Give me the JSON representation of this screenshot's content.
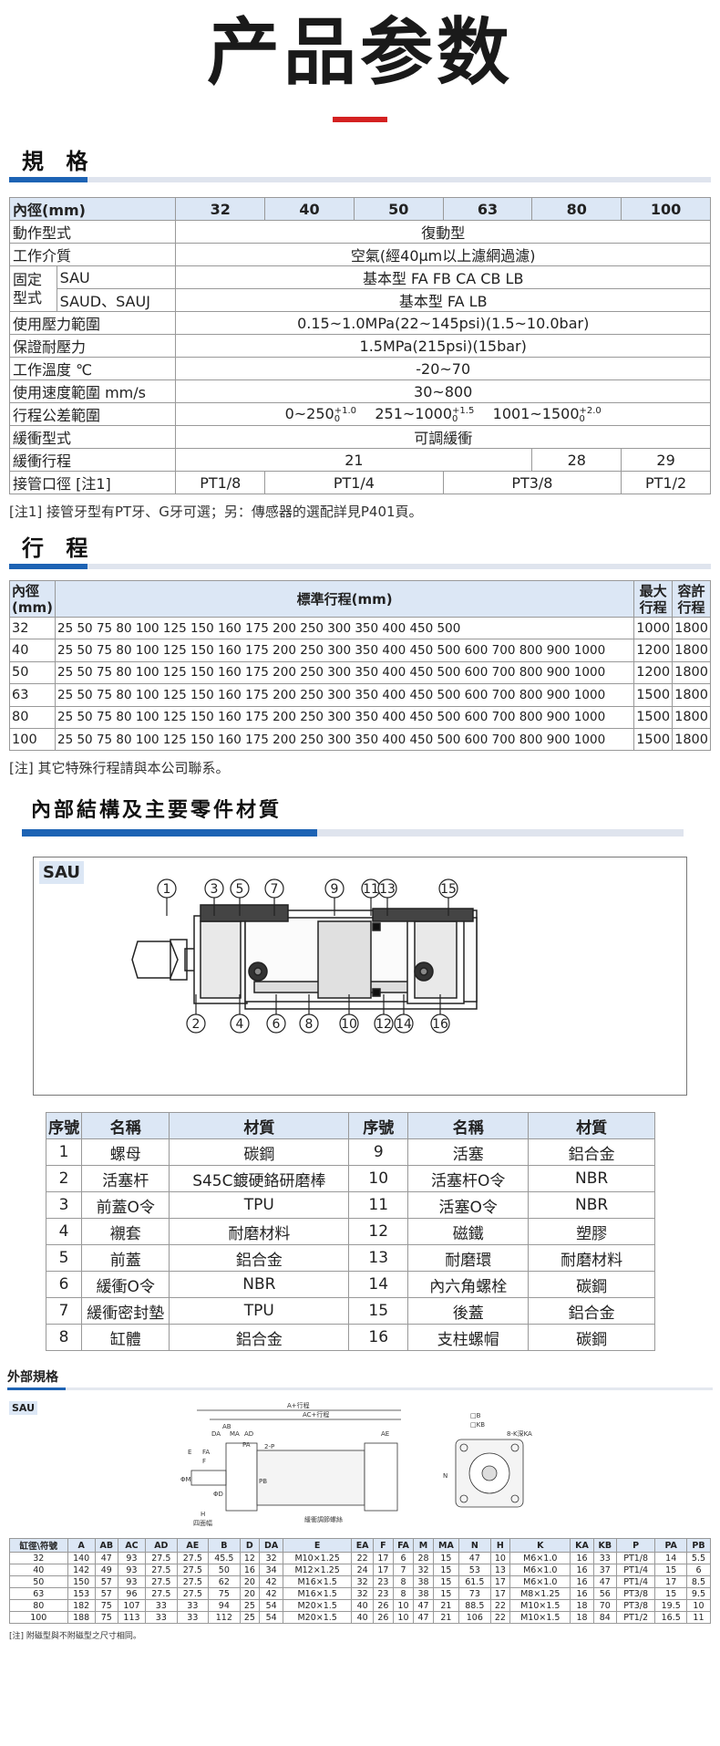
{
  "hero": {
    "title": "产品参数"
  },
  "spec": {
    "section_title": "規 格",
    "header_label": "內徑(mm)",
    "bores": [
      "32",
      "40",
      "50",
      "63",
      "80",
      "100"
    ],
    "rows": {
      "action_label": "動作型式",
      "action_value": "復動型",
      "medium_label": "工作介質",
      "medium_value": "空氣(經40μm以上濾網過濾)",
      "mount_label": "固定型式",
      "mount_sau_label": "SAU",
      "mount_sau_value": "基本型  FA  FB  CA  CB  LB",
      "mount_saud_label": "SAUD、SAUJ",
      "mount_saud_value": "基本型  FA  LB",
      "pressure_label": "使用壓力範圍",
      "pressure_value": "0.15~1.0MPa(22~145psi)(1.5~10.0bar)",
      "proof_label": "保證耐壓力",
      "proof_value": "1.5MPa(215psi)(15bar)",
      "temp_label": "工作溫度 ℃",
      "temp_value": "-20~70",
      "speed_label": "使用速度範圍 mm/s",
      "speed_value": "30~800",
      "tol_label": "行程公差範圍",
      "tol_1": "0~250",
      "tol_1_sup": "+1.0",
      "tol_1_sub": "0",
      "tol_2": "251~1000",
      "tol_2_sup": "+1.5",
      "tol_2_sub": "0",
      "tol_3": "1001~1500",
      "tol_3_sup": "+2.0",
      "tol_3_sub": "0",
      "cushion_type_label": "緩衝型式",
      "cushion_type_value": "可調緩衝",
      "cushion_stroke_label": "緩衝行程",
      "cushion_stroke_1": "21",
      "cushion_stroke_2": "28",
      "cushion_stroke_3": "29",
      "port_label": "接管口徑 [注1]",
      "port_1": "PT1/8",
      "port_2": "PT1/4",
      "port_3": "PT3/8",
      "port_4": "PT1/2"
    },
    "note": "[注1] 接管牙型有PT牙、G牙可選；另：傳感器的選配詳見P401頁。"
  },
  "stroke": {
    "section_title": "行 程",
    "h_bore": "內徑(mm)",
    "h_std": "標準行程(mm)",
    "h_max": "最大行程",
    "h_allow": "容許行程",
    "rows": [
      {
        "bore": "32",
        "std": "25 50 75 80 100 125 150 160 175 200 250 300 350 400 450 500",
        "max": "1000",
        "allow": "1800"
      },
      {
        "bore": "40",
        "std": "25 50 75 80 100 125 150 160 175 200 250 300 350 400 450 500 600 700 800 900 1000",
        "max": "1200",
        "allow": "1800"
      },
      {
        "bore": "50",
        "std": "25 50 75 80 100 125 150 160 175 200 250 300 350 400 450 500 600 700 800 900 1000",
        "max": "1200",
        "allow": "1800"
      },
      {
        "bore": "63",
        "std": "25 50 75 80 100 125 150 160 175 200 250 300 350 400 450 500 600 700 800 900 1000",
        "max": "1500",
        "allow": "1800"
      },
      {
        "bore": "80",
        "std": "25 50 75 80 100 125 150 160 175 200 250 300 350 400 450 500 600 700 800 900 1000",
        "max": "1500",
        "allow": "1800"
      },
      {
        "bore": "100",
        "std": "25 50 75 80 100 125 150 160 175 200 250 300 350 400 450 500 600 700 800 900 1000",
        "max": "1500",
        "allow": "1800"
      }
    ],
    "note": "[注] 其它特殊行程請與本公司聯系。"
  },
  "structure": {
    "section_title": "內部結構及主要零件材質",
    "diagram_label": "SAU",
    "callouts_top": [
      "1",
      "3",
      "5",
      "7",
      "9",
      "11",
      "13",
      "15"
    ],
    "callouts_bottom": [
      "2",
      "4",
      "6",
      "8",
      "10",
      "12",
      "14",
      "16"
    ],
    "headers": [
      "序號",
      "名稱",
      "材質",
      "序號",
      "名稱",
      "材質"
    ],
    "parts": [
      [
        "1",
        "螺母",
        "碳鋼",
        "9",
        "活塞",
        "鋁合金"
      ],
      [
        "2",
        "活塞杆",
        "S45C鍍硬鉻研磨棒",
        "10",
        "活塞杆O令",
        "NBR"
      ],
      [
        "3",
        "前蓋O令",
        "TPU",
        "11",
        "活塞O令",
        "NBR"
      ],
      [
        "4",
        "襯套",
        "耐磨材料",
        "12",
        "磁鐵",
        "塑膠"
      ],
      [
        "5",
        "前蓋",
        "鋁合金",
        "13",
        "耐磨環",
        "耐磨材料"
      ],
      [
        "6",
        "緩衝O令",
        "NBR",
        "14",
        "內六角螺栓",
        "碳鋼"
      ],
      [
        "7",
        "緩衝密封墊",
        "TPU",
        "15",
        "後蓋",
        "鋁合金"
      ],
      [
        "8",
        "缸體",
        "鋁合金",
        "16",
        "支柱螺帽",
        "碳鋼"
      ]
    ]
  },
  "external": {
    "section_title": "外部規格",
    "label": "SAU",
    "drawing_labels": {
      "a_stroke": "A+行程",
      "ac_stroke": "AC+行程",
      "ab": "AB",
      "da": "DA",
      "ma": "MA",
      "ad": "AD",
      "ae": "AE",
      "e": "E",
      "fa": "FA",
      "f": "F",
      "pa": "PA",
      "p": "2-P",
      "pb": "PB",
      "m": "ΦM",
      "d": "ΦD",
      "h": "H",
      "four_hex": "四面幅",
      "cushion_screw": "緩衝調節螺絲",
      "b": "□B",
      "kb": "□KB",
      "k": "8-K深KA",
      "n": "N"
    },
    "headers": [
      "缸徑\\符號",
      "A",
      "AB",
      "AC",
      "AD",
      "AE",
      "B",
      "D",
      "DA",
      "E",
      "EA",
      "F",
      "FA",
      "M",
      "MA",
      "N",
      "H",
      "K",
      "KA",
      "KB",
      "P",
      "PA",
      "PB"
    ],
    "rows": [
      [
        "32",
        "140",
        "47",
        "93",
        "27.5",
        "27.5",
        "45.5",
        "12",
        "32",
        "M10×1.25",
        "22",
        "17",
        "6",
        "28",
        "15",
        "47",
        "10",
        "M6×1.0",
        "16",
        "33",
        "PT1/8",
        "14",
        "5.5"
      ],
      [
        "40",
        "142",
        "49",
        "93",
        "27.5",
        "27.5",
        "50",
        "16",
        "34",
        "M12×1.25",
        "24",
        "17",
        "7",
        "32",
        "15",
        "53",
        "13",
        "M6×1.0",
        "16",
        "37",
        "PT1/4",
        "15",
        "6"
      ],
      [
        "50",
        "150",
        "57",
        "93",
        "27.5",
        "27.5",
        "62",
        "20",
        "42",
        "M16×1.5",
        "32",
        "23",
        "8",
        "38",
        "15",
        "61.5",
        "17",
        "M6×1.0",
        "16",
        "47",
        "PT1/4",
        "17",
        "8.5"
      ],
      [
        "63",
        "153",
        "57",
        "96",
        "27.5",
        "27.5",
        "75",
        "20",
        "42",
        "M16×1.5",
        "32",
        "23",
        "8",
        "38",
        "15",
        "73",
        "17",
        "M8×1.25",
        "16",
        "56",
        "PT3/8",
        "15",
        "9.5"
      ],
      [
        "80",
        "182",
        "75",
        "107",
        "33",
        "33",
        "94",
        "25",
        "54",
        "M20×1.5",
        "40",
        "26",
        "10",
        "47",
        "21",
        "88.5",
        "22",
        "M10×1.5",
        "18",
        "70",
        "PT3/8",
        "19.5",
        "10"
      ],
      [
        "100",
        "188",
        "75",
        "113",
        "33",
        "33",
        "112",
        "25",
        "54",
        "M20×1.5",
        "40",
        "26",
        "10",
        "47",
        "21",
        "106",
        "22",
        "M10×1.5",
        "18",
        "84",
        "PT1/2",
        "16.5",
        "11"
      ]
    ],
    "note": "[注] 附磁型與不附磁型之尺寸相同。"
  }
}
